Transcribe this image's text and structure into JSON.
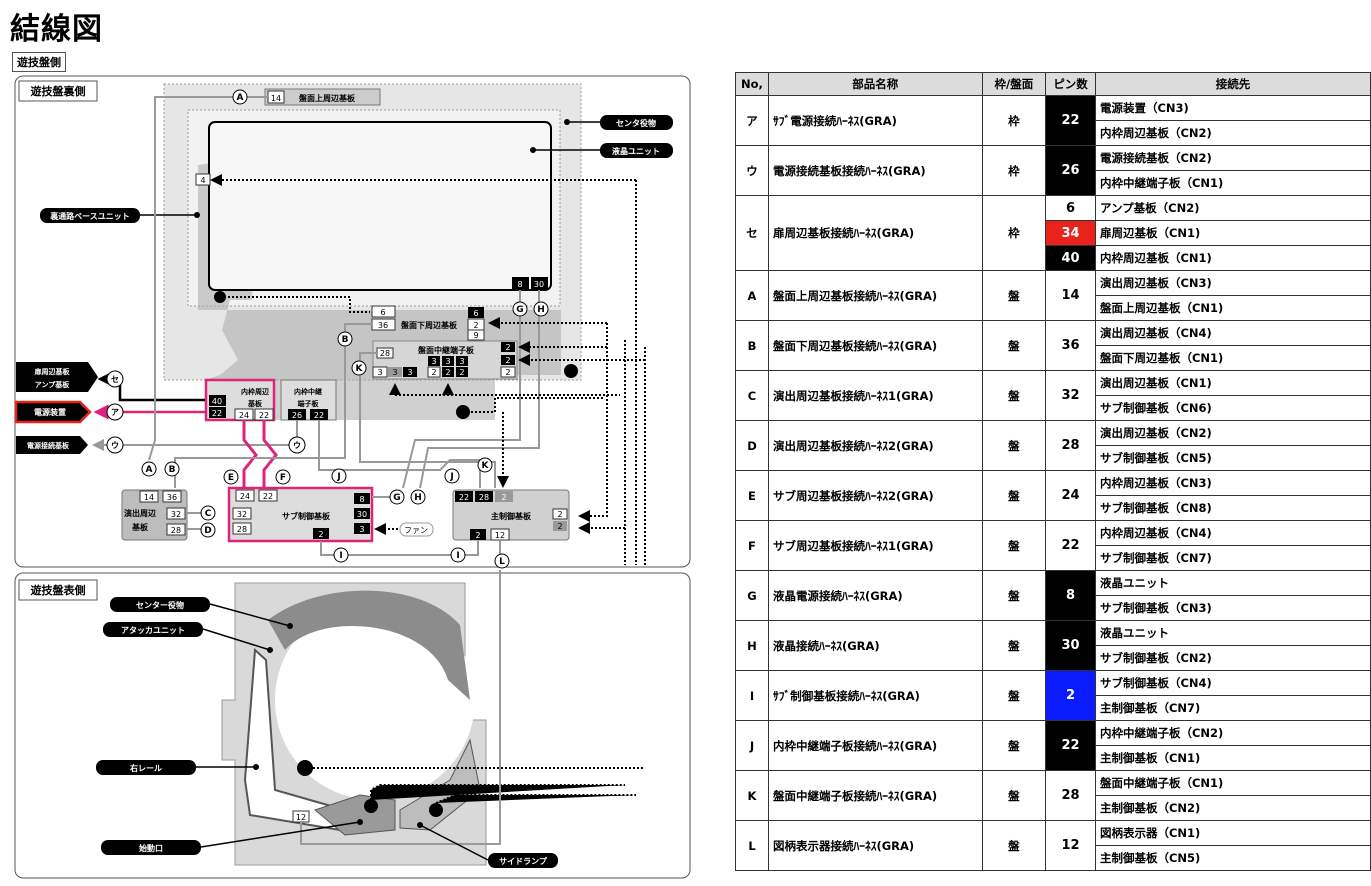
{
  "page": {
    "title": "結線図",
    "tab_label": "遊技盤側"
  },
  "diagram": {
    "back_label": "遊技盤裏側",
    "front_label": "遊技盤表側",
    "callouts": {
      "center_yakumono": "センタ役物",
      "lcd_unit": "液晶ユニット",
      "base_unit": "裏通路ベースユニット",
      "door_board": "扉周辺基板",
      "amp_board": "アンプ基板",
      "power_supply": "電源装置",
      "power_relay": "電源接続基板",
      "front_center": "センター役物",
      "attacker": "アタッカユニット",
      "right_rail": "右レール",
      "start_port": "始動口",
      "side_lamp": "サイドランプ"
    },
    "boards": {
      "upper": "盤面上周辺基板",
      "lower": "盤面下周辺基板",
      "relay": "盤面中継端子板",
      "inner1": "内枠周辺",
      "inner2": "基板",
      "innerRelay1": "内枠中継",
      "innerRelay2": "端子板",
      "effect1": "演出周辺",
      "effect2": "基板",
      "sub": "サブ制御基板",
      "main": "主制御基板",
      "fan": "ファン"
    },
    "pins": {
      "upper14": "14",
      "lower36": "36",
      "lower6": "6",
      "p4": "4",
      "lcd8": "8",
      "lcd30": "30",
      "rel28": "28",
      "rel3a": "3",
      "rel3b": "3",
      "rel3c": "3",
      "rel3d": "3",
      "rel3e": "3",
      "rel3f": "3",
      "rel2a": "2",
      "rel2b": "2",
      "rel2c": "2",
      "r6": "6",
      "r2a": "2",
      "r9": "9",
      "r2b": "2",
      "r2c": "2",
      "r2d": "2",
      "in40": "40",
      "in22": "22",
      "in24": "24",
      "in22b": "22",
      "ir26": "26",
      "ir22": "22",
      "ef14": "14",
      "ef36": "36",
      "ef32": "32",
      "ef28": "28",
      "sb24": "24",
      "sb22": "22",
      "sb32": "32",
      "sb28": "28",
      "sb8": "8",
      "sb30": "30",
      "sb3": "3",
      "sb2": "2",
      "mn22": "22",
      "mn28": "28",
      "mn2": "2",
      "mn2b": "2",
      "mn12": "12",
      "mn2c": "2",
      "mn2d": "2",
      "fr12": "12"
    },
    "markers": {
      "A": "A",
      "B": "B",
      "C": "C",
      "D": "D",
      "E": "E",
      "F": "F",
      "G": "G",
      "H": "H",
      "I": "I",
      "J": "J",
      "K": "K",
      "L": "L",
      "se": "セ",
      "a": "ア",
      "u": "ウ"
    }
  },
  "table": {
    "headers": [
      "No,",
      "部品名称",
      "枠/盤面",
      "ピン数",
      "接続先"
    ],
    "rows": [
      {
        "no": "ア",
        "name": "ｻﾌﾞ電源接続ﾊｰﾈｽ(GRA)",
        "type": "枠",
        "groups": [
          {
            "pins": "22",
            "color": "#000000",
            "dests": [
              "電源装置（CN3)",
              "内枠周辺基板（CN2)"
            ]
          }
        ]
      },
      {
        "no": "ウ",
        "name": "電源接続基板接続ﾊｰﾈｽ(GRA)",
        "type": "枠",
        "groups": [
          {
            "pins": "26",
            "color": "#000000",
            "dests": [
              "電源接続基板（CN2)",
              "内枠中継端子板（CN1)"
            ]
          }
        ]
      },
      {
        "no": "セ",
        "name": "扉周辺基板接続ﾊｰﾈｽ(GRA)",
        "type": "枠",
        "groups": [
          {
            "pins": "6",
            "color": "#ffffff",
            "dests": [
              "アンプ基板（CN2)"
            ]
          },
          {
            "pins": "34",
            "color": "#e8231c",
            "dests": [
              "扉周辺基板（CN1)"
            ]
          },
          {
            "pins": "40",
            "color": "#000000",
            "dests": [
              "内枠周辺基板（CN1)"
            ]
          }
        ]
      },
      {
        "no": "A",
        "name": "盤面上周辺基板接続ﾊｰﾈｽ(GRA)",
        "type": "盤",
        "groups": [
          {
            "pins": "14",
            "color": "#ffffff",
            "dests": [
              "演出周辺基板（CN3)",
              "盤面上周辺基板（CN1)"
            ]
          }
        ]
      },
      {
        "no": "B",
        "name": "盤面下周辺基板接続ﾊｰﾈｽ(GRA)",
        "type": "盤",
        "groups": [
          {
            "pins": "36",
            "color": "#ffffff",
            "dests": [
              "演出周辺基板（CN4)",
              "盤面下周辺基板（CN1)"
            ]
          }
        ]
      },
      {
        "no": "C",
        "name": "演出周辺基板接続ﾊｰﾈｽ1(GRA)",
        "type": "盤",
        "groups": [
          {
            "pins": "32",
            "color": "#ffffff",
            "dests": [
              "演出周辺基板（CN1)",
              "サブ制御基板（CN6)"
            ]
          }
        ]
      },
      {
        "no": "D",
        "name": "演出周辺基板接続ﾊｰﾈｽ2(GRA)",
        "type": "盤",
        "groups": [
          {
            "pins": "28",
            "color": "#ffffff",
            "dests": [
              "演出周辺基板（CN2)",
              "サブ制御基板（CN5)"
            ]
          }
        ]
      },
      {
        "no": "E",
        "name": "サブ周辺基板接続ﾊｰﾈｽ2(GRA)",
        "type": "盤",
        "groups": [
          {
            "pins": "24",
            "color": "#ffffff",
            "dests": [
              "内枠周辺基板（CN3)",
              "サブ制御基板（CN8)"
            ]
          }
        ]
      },
      {
        "no": "F",
        "name": "サブ周辺基板接続ﾊｰﾈｽ1(GRA)",
        "type": "盤",
        "groups": [
          {
            "pins": "22",
            "color": "#ffffff",
            "dests": [
              "内枠周辺基板（CN4)",
              "サブ制御基板（CN7)"
            ]
          }
        ]
      },
      {
        "no": "G",
        "name": "液晶電源接続ﾊｰﾈｽ(GRA)",
        "type": "盤",
        "groups": [
          {
            "pins": "8",
            "color": "#000000",
            "dests": [
              "液晶ユニット",
              "サブ制御基板（CN3)"
            ]
          }
        ]
      },
      {
        "no": "H",
        "name": "液晶接続ﾊｰﾈｽ(GRA)",
        "type": "盤",
        "groups": [
          {
            "pins": "30",
            "color": "#000000",
            "dests": [
              "液晶ユニット",
              "サブ制御基板（CN2)"
            ]
          }
        ]
      },
      {
        "no": "I",
        "name": "ｻﾌﾞ制御基板接続ﾊｰﾈｽ(GRA)",
        "type": "盤",
        "groups": [
          {
            "pins": "2",
            "color": "#0a1bff",
            "dests": [
              "サブ制御基板（CN4)",
              "主制御基板（CN7)"
            ]
          }
        ]
      },
      {
        "no": "J",
        "name": "内枠中継端子板接続ﾊｰﾈｽ(GRA)",
        "type": "盤",
        "groups": [
          {
            "pins": "22",
            "color": "#000000",
            "dests": [
              "内枠中継端子板（CN2)",
              "主制御基板（CN1)"
            ]
          }
        ]
      },
      {
        "no": "K",
        "name": "盤面中継端子板接続ﾊｰﾈｽ(GRA)",
        "type": "盤",
        "groups": [
          {
            "pins": "28",
            "color": "#ffffff",
            "dests": [
              "盤面中継端子板（CN1)",
              "主制御基板（CN2)"
            ]
          }
        ]
      },
      {
        "no": "L",
        "name": "図柄表示器接続ﾊｰﾈｽ(GRA)",
        "type": "盤",
        "groups": [
          {
            "pins": "12",
            "color": "#ffffff",
            "dests": [
              "図柄表示器（CN1)",
              "主制御基板（CN5)"
            ]
          }
        ]
      }
    ]
  }
}
